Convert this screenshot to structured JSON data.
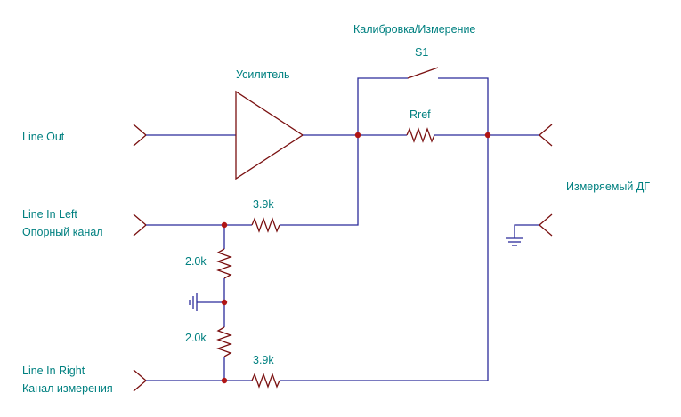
{
  "labels": {
    "line_out": "Line Out",
    "amplifier": "Усилитель",
    "calibration_measure": "Калибровка/Измерение",
    "switch_s1": "S1",
    "rref": "Rref",
    "measured_dg": "Измеряемый ДГ",
    "line_in_left": "Line In Left",
    "reference_channel": "Опорный канал",
    "r_top_value": "3.9k",
    "r_div_top_value": "2.0k",
    "r_div_bottom_value": "2.0k",
    "r_bottom_value": "3.9k",
    "line_in_right": "Line In Right",
    "measure_channel": "Канал измерения"
  },
  "colors": {
    "wire": "#2b2b9a",
    "component": "#7a1010",
    "junction": "#b01515",
    "text": "#008080"
  }
}
